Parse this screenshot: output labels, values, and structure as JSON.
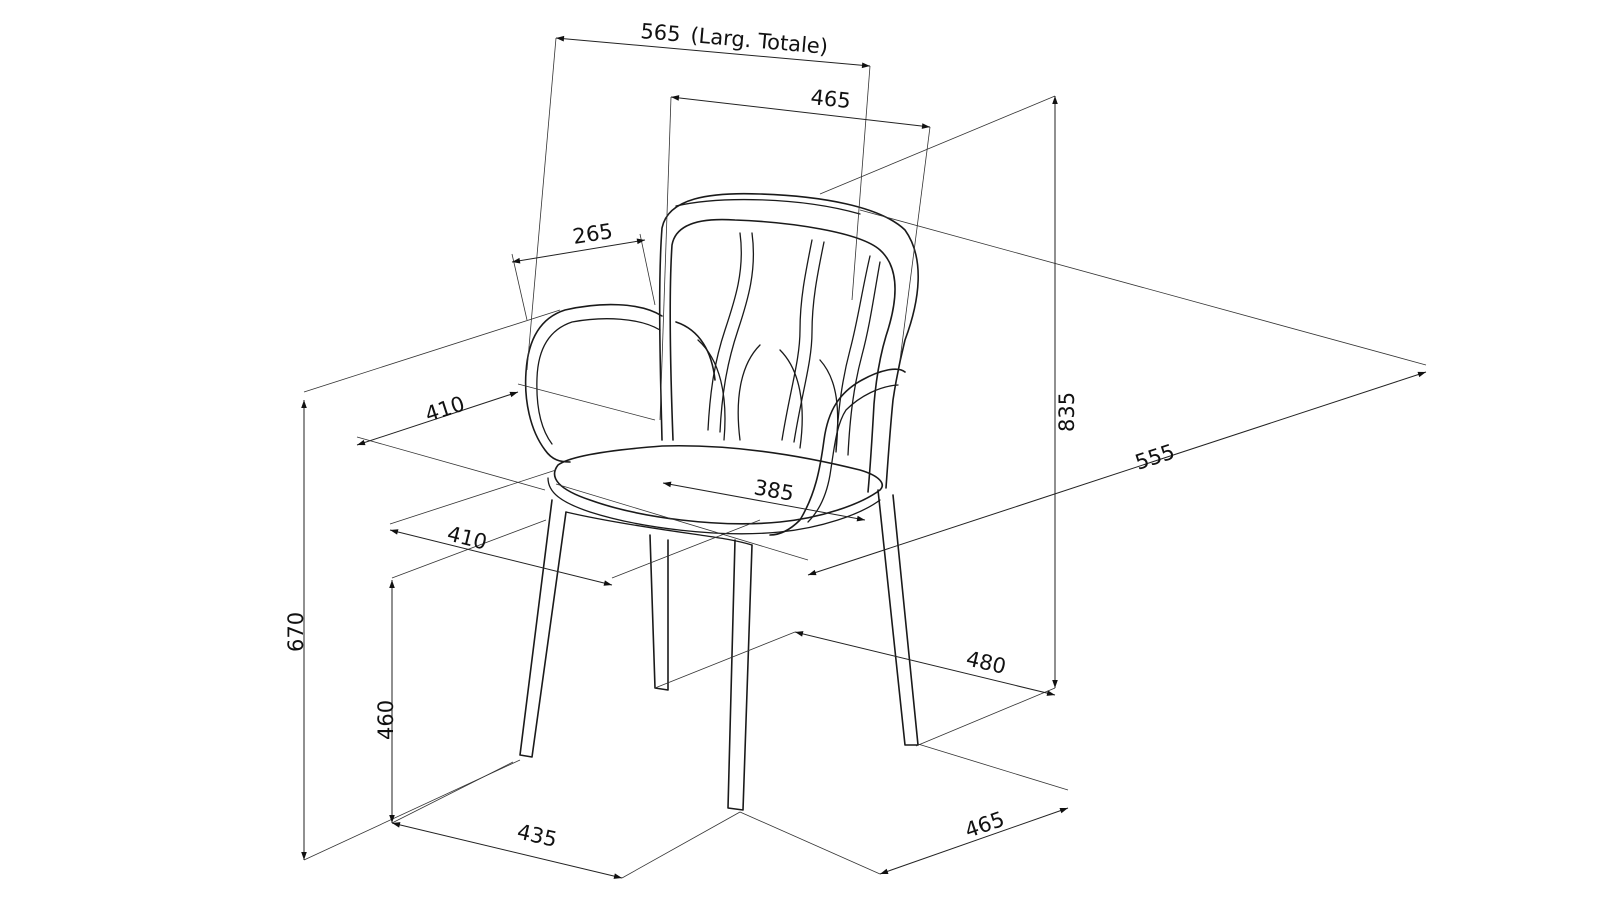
{
  "colors": {
    "line": "#1a1a1a",
    "background": "#ffffff"
  },
  "dimensions": {
    "total_width": {
      "value": "565",
      "note": "(Larg. Totale)"
    },
    "back_width": "465",
    "armrest_depth": "265",
    "seat_depth_upper": "410",
    "seat_depth_lower": "410",
    "seat_width": "385",
    "total_depth": "555",
    "total_height": "835",
    "armrest_height": "670",
    "seat_height": "460",
    "footprint_width": "435",
    "footprint_depth_front": "465",
    "footprint_depth_side": "480"
  }
}
